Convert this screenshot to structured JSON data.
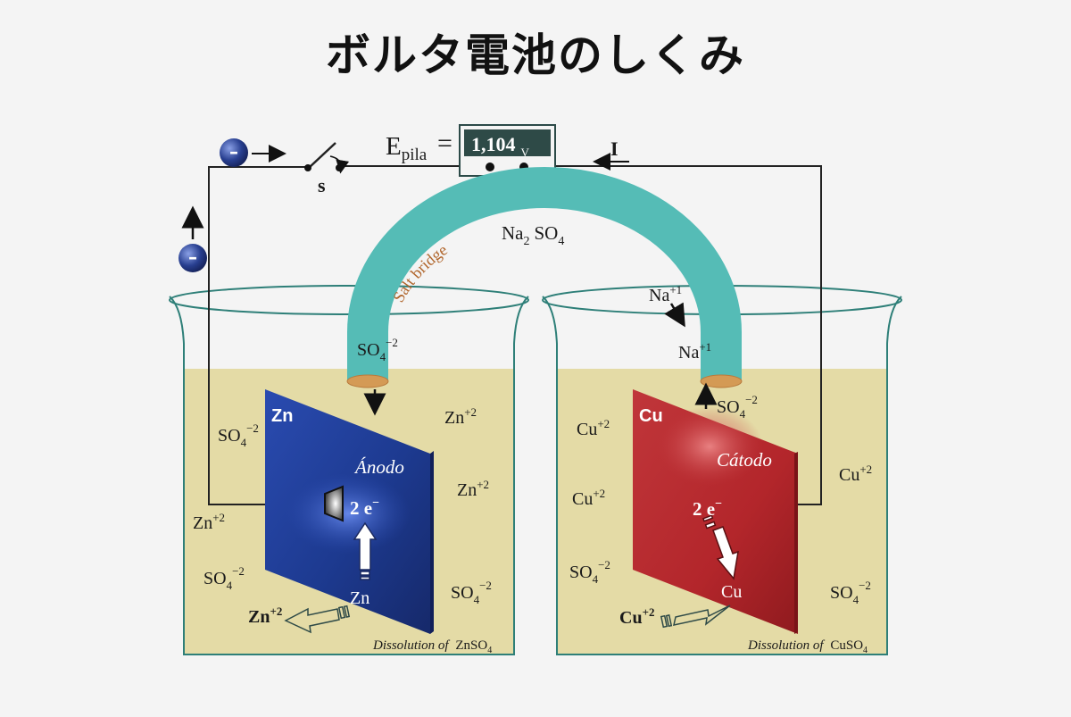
{
  "title": "ボルタ電池のしくみ",
  "emf_label": "E",
  "emf_sub": "pila",
  "voltmeter": {
    "value": "1,104",
    "unit": "V"
  },
  "switch_label": "s",
  "current_label": "I",
  "electron_sign": "–",
  "salt_bridge": {
    "label": "Salt bridge",
    "compound": "Na",
    "compound_sub": "2",
    "compound_rest": "SO",
    "compound_rest_sub": "4"
  },
  "ions": {
    "so4": "SO",
    "so4_sub": "4",
    "so4_sup": "−2",
    "zn2": "Zn",
    "zn2_sup": "+2",
    "cu2": "Cu",
    "cu2_sup": "+2",
    "na": "Na",
    "na_sup": "+1"
  },
  "anode": {
    "metal": "Zn",
    "name": "Ánodo",
    "electrons": "2 e",
    "electrons_sup": "−",
    "atom": "Zn"
  },
  "cathode": {
    "metal": "Cu",
    "name": "Cátodo",
    "electrons": "2 e",
    "electrons_sup": "−",
    "atom": "Cu"
  },
  "left_solution": "Dissolution of ",
  "left_solution_formula": "ZnSO",
  "left_solution_sub": "4",
  "right_solution": "Dissolution of ",
  "right_solution_formula": "CuSO",
  "right_solution_sub": "4",
  "colors": {
    "solution": "#e4dba6",
    "salt_bridge": "#55bcb6",
    "zinc_plate": "#1f3c94",
    "copper_plate": "#c0272c",
    "wire": "#222222",
    "beaker": "#2e7f78"
  }
}
